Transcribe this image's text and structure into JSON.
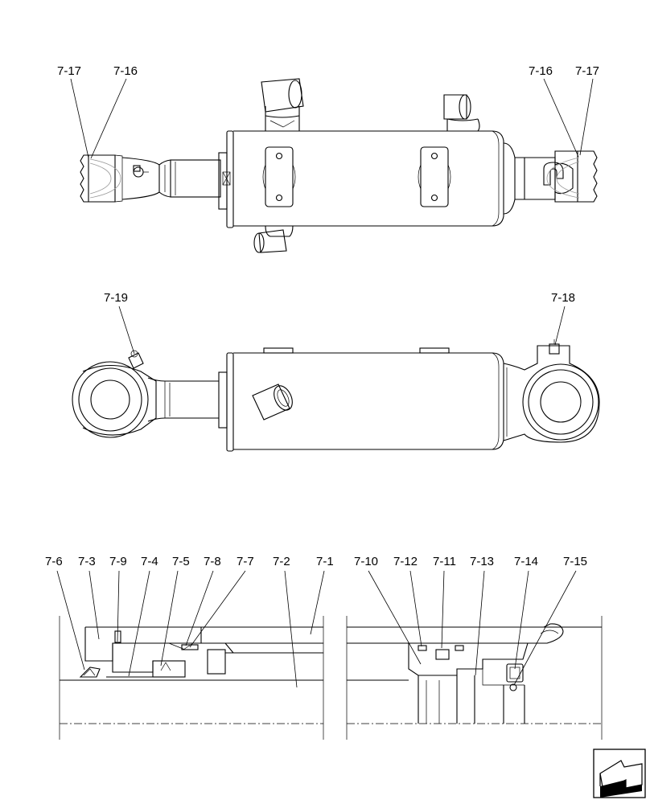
{
  "callouts": {
    "top_view": {
      "left_a": "7-17",
      "left_b": "7-16",
      "right_a": "7-16",
      "right_b": "7-17"
    },
    "side_view": {
      "left": "7-19",
      "right": "7-18"
    },
    "section_left": [
      "7-6",
      "7-3",
      "7-9",
      "7-4",
      "7-5",
      "7-8",
      "7-7",
      "7-2",
      "7-1"
    ],
    "section_right": [
      "7-10",
      "7-12",
      "7-11",
      "7-13",
      "7-14",
      "7-15"
    ]
  },
  "icons": {
    "nav": "next-page-arrow-icon"
  }
}
